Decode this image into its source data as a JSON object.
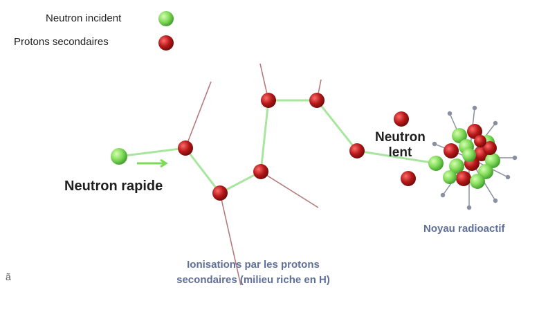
{
  "legend": {
    "neutron_label": "Neutron incident",
    "proton_label": "Protons secondaires"
  },
  "labels": {
    "fast_neutron": "Neutron rapide",
    "slow_neutron_line1": "Neutron",
    "slow_neutron_line2": "lent",
    "nucleus": "Noyau radioactif",
    "ionisation_line1": "Ionisations par les protons",
    "ionisation_line2": "secondaires (milieu riche en H)",
    "corner_mark": "ã"
  },
  "colors": {
    "neutron": "#7ed957",
    "proton": "#b51818",
    "neutron_path": "#a8e6a0",
    "proton_track": "#b57a7a",
    "emission": "#8a8fa0"
  }
}
